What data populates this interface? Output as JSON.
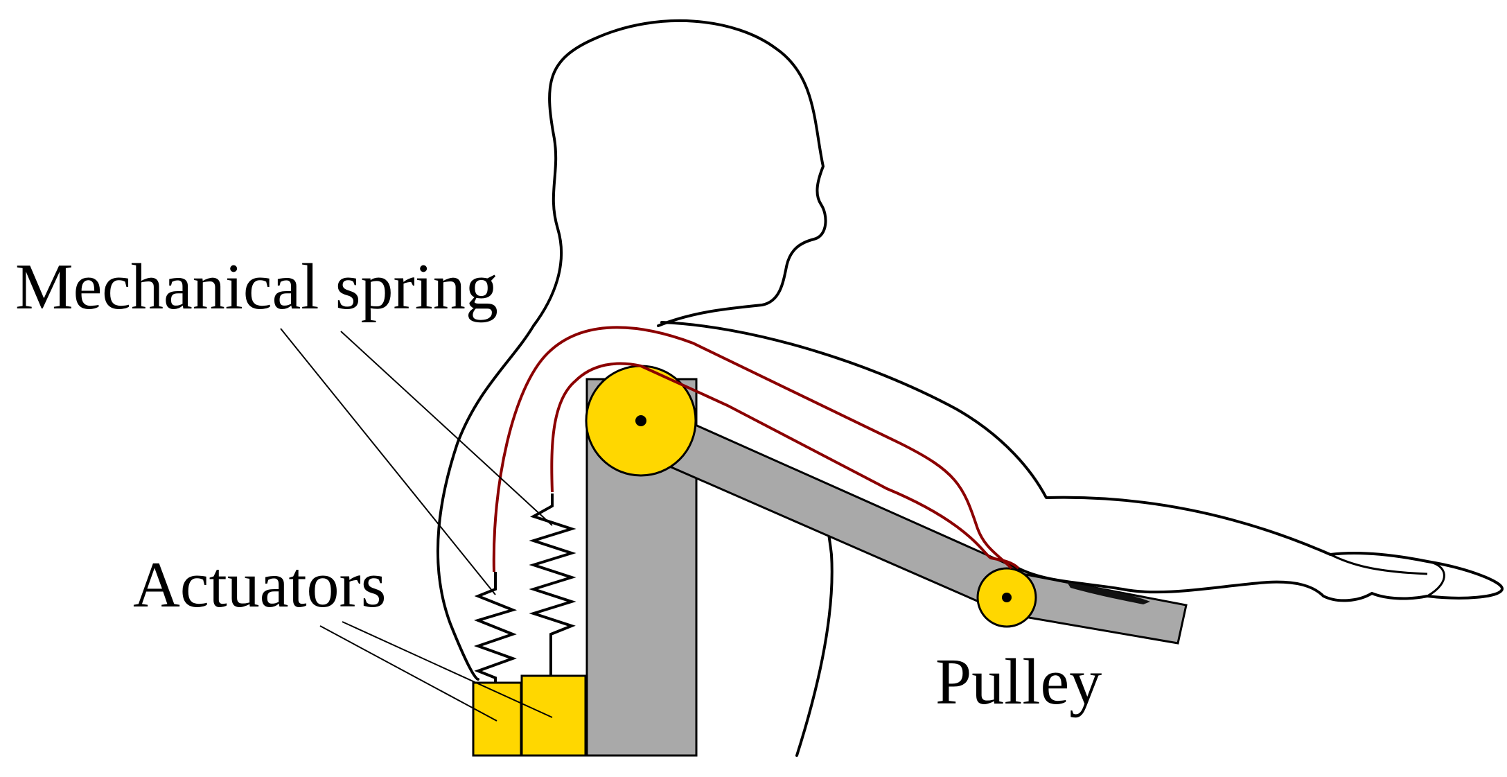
{
  "labels": {
    "mechanical_spring": "Mechanical spring",
    "actuators": "Actuators",
    "pulley": "Pulley"
  },
  "colors": {
    "outline": "#000000",
    "structure_gray": "#a9a9a9",
    "pulley_yellow": "#ffd700",
    "actuator_yellow": "#ffd700",
    "cable_red": "#8b0000",
    "background": "#ffffff"
  }
}
